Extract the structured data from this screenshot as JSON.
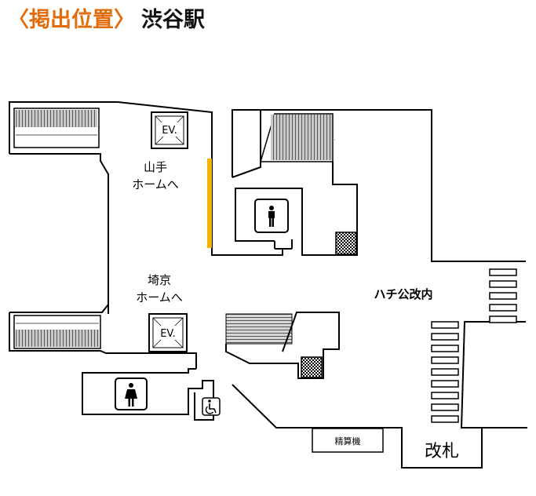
{
  "header": {
    "title_bracketed": "〈掲出位置〉",
    "station": "渋谷駅"
  },
  "map": {
    "elevator_label": "EV.",
    "yamanote_line1": "山手",
    "yamanote_line2": "ホームへ",
    "saikyo_line1": "埼京",
    "saikyo_line2": "ホームへ",
    "hachiko_gate": "ハチ公改内",
    "fare_machine": "精算機",
    "ticket_gate": "改札",
    "highlight_color": "#f5b400",
    "accent_color": "#e36c0a"
  }
}
